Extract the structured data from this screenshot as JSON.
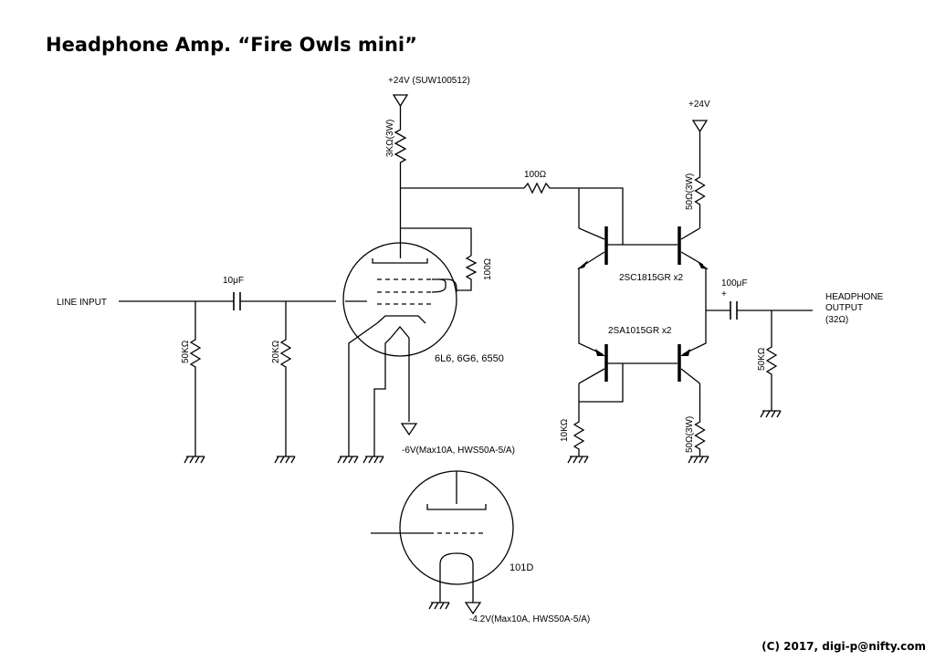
{
  "title": "Headphone Amp. “Fire Owls mini”",
  "copyright": "(C) 2017, digi-p@nifty.com",
  "labels": {
    "supply_main": "+24V (SUW100512)",
    "supply_right": "+24V",
    "r_plate": "3KΩ(3W)",
    "r_series": "100Ω",
    "r_screen": "100Ω",
    "r_top_emitter": "50Ω(3W)",
    "r_bottom_emitter": "50Ω(3W)",
    "r_input": "50KΩ",
    "r_grid": "20KΩ",
    "r_bias": "10KΩ",
    "r_output": "50KΩ",
    "c_input": "10μF",
    "c_output": "100μF",
    "c_output_polarity": "+",
    "npn_pair": "2SC1815GR x2",
    "pnp_pair": "2SA1015GR x2",
    "main_tube": "6L6, 6G6, 6550",
    "main_tube_heater": "-6V(Max10A, HWS50A-5/A)",
    "driver_tube": "101D",
    "driver_tube_heater": "-4.2V(Max10A, HWS50A-5/A)",
    "line_input": "LINE INPUT",
    "headphone_output_1": "HEADPHONE",
    "headphone_output_2": "OUTPUT",
    "headphone_output_3": "(32Ω)"
  }
}
